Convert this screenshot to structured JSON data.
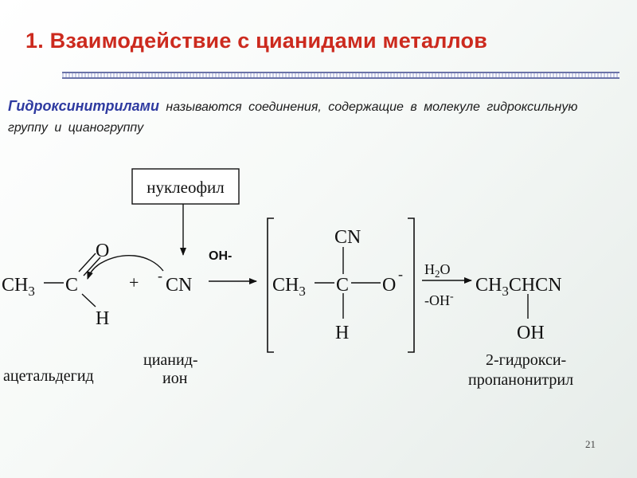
{
  "slide": {
    "title": "1. Взаимодействие с цианидами металлов",
    "intro_term": "Гидроксинитрилами",
    "intro_rest": " называются соединения, содержащие в молекуле гидроксильную группу и цианогруппу",
    "page_number": "21"
  },
  "scheme": {
    "nucleophile_box": "нуклеофил",
    "reactant1": {
      "ch3": "CH",
      "ch3_sub": "3",
      "c": "C",
      "o": "O",
      "h": "H",
      "label": "ацетальдегид"
    },
    "plus": "+",
    "reactant2": {
      "charge": "-",
      "text": "CN",
      "label_line1": "цианид-",
      "label_line2": "ион"
    },
    "catalyst": "OH-",
    "intermediate": {
      "cn": "CN",
      "ch3": "CH",
      "ch3_sub": "3",
      "c": "C",
      "o": "O",
      "o_charge": "-",
      "h": "H"
    },
    "step2_top": {
      "h": "H",
      "sub": "2",
      "o": "O"
    },
    "step2_bottom": {
      "text": "-OH",
      "charge": "-"
    },
    "product": {
      "ch3": "CH",
      "ch3_sub": "3",
      "rest": "CHCN",
      "oh": "OH",
      "label_line1": "2-гидрокси-",
      "label_line2": "пропанонитрил"
    }
  }
}
